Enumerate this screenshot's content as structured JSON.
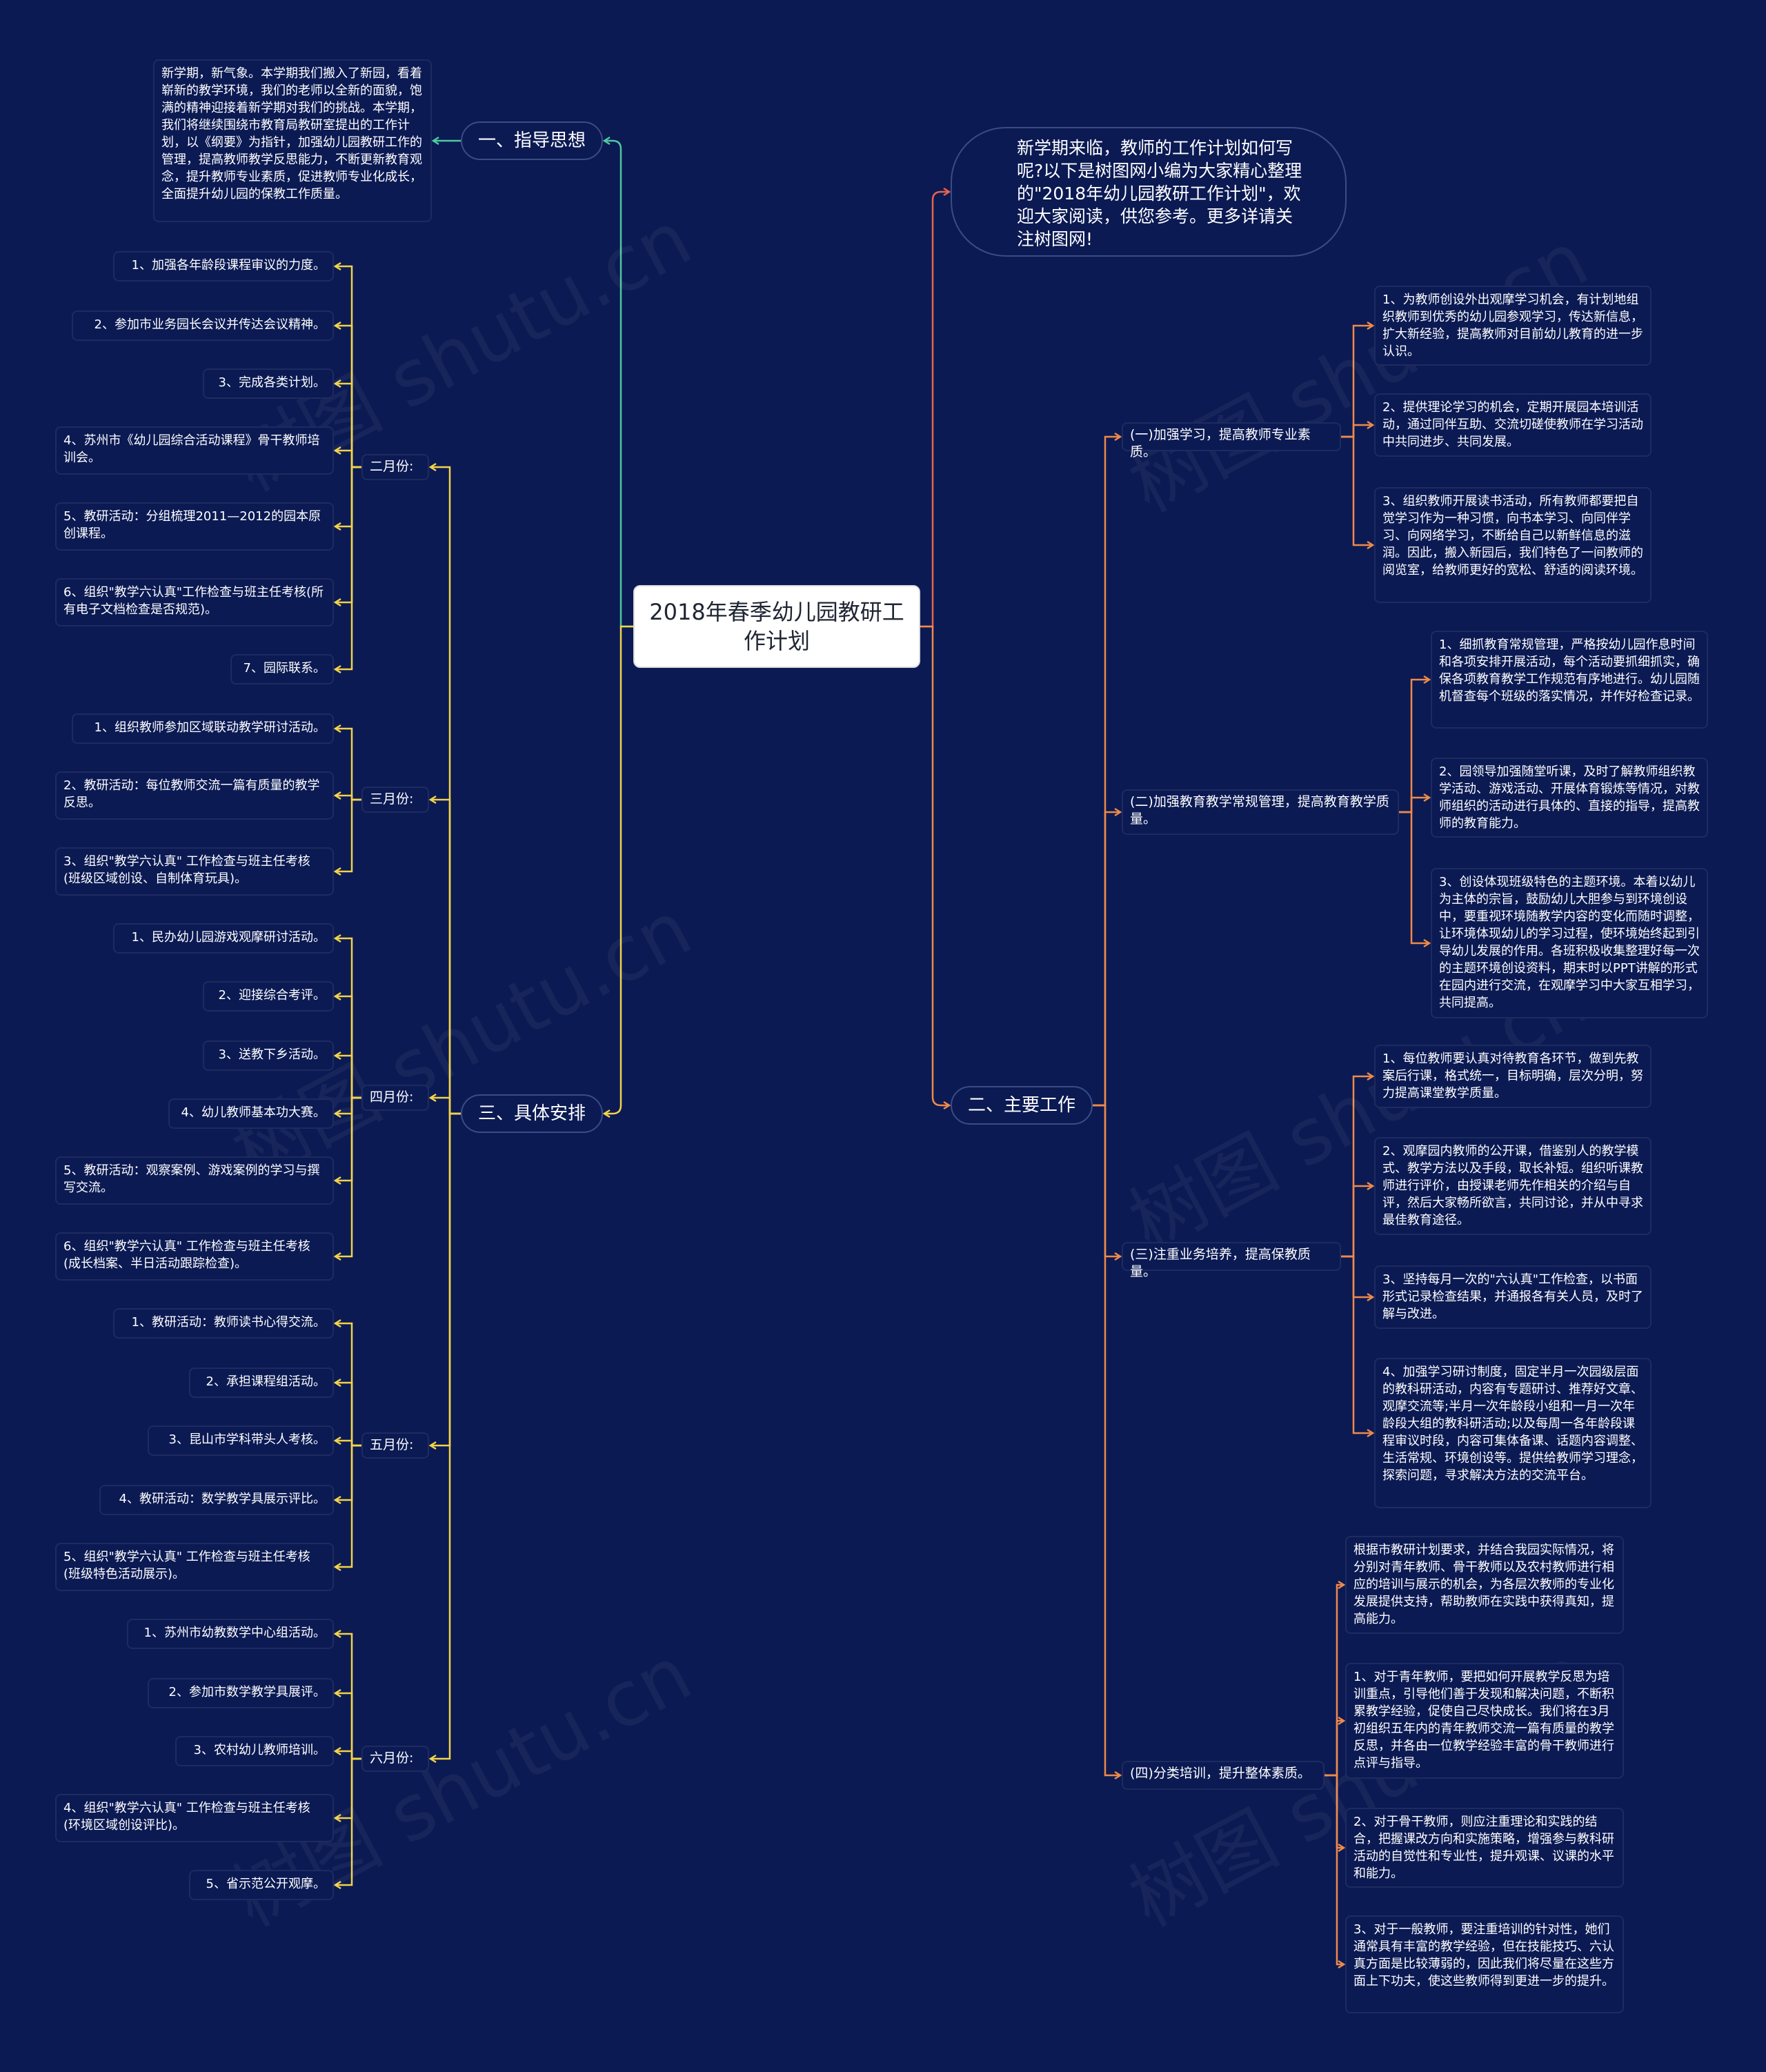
{
  "colors": {
    "background": "#0b1a53",
    "root_fill": "#ffffff",
    "line_branch1": "#4fc9a0",
    "line_branch2": "#e8634a",
    "line_branch3": "#f2d34a",
    "line_branch4": "#ef8a4a",
    "text": "#ffffff"
  },
  "watermark": "树图 shutu.cn",
  "root": {
    "label": "2018年春季幼儿园教研工作计划"
  },
  "intro": {
    "text": "新学期来临，教师的工作计划如何写呢?以下是树图网小编为大家精心整理的\"2018年幼儿园教研工作计划\"，欢迎大家阅读，供您参考。更多详请关注树图网!"
  },
  "branch1": {
    "label": "一、指导思想",
    "content": "新学期，新气象。本学期我们搬入了新园，看着崭新的教学环境，我们的老师以全新的面貌，饱满的精神迎接着新学期对我们的挑战。本学期，我们将继续围绕市教育局教研室提出的工作计划，以《纲要》为指针，加强幼儿园教研工作的管理，提高教师教学反思能力，不断更新教育观念，提升教师专业素质，促进教师专业化成长，全面提升幼儿园的保教工作质量。"
  },
  "branch2": {
    "label": "二、主要工作",
    "sections": [
      {
        "label": "(一)加强学习，提高教师专业素质。",
        "items": [
          "1、为教师创设外出观摩学习机会，有计划地组织教师到优秀的幼儿园参观学习，传达新信息，扩大新经验，提高教师对目前幼儿教育的进一步认识。",
          "2、提供理论学习的机会，定期开展园本培训活动，通过同伴互助、交流切磋使教师在学习活动中共同进步、共同发展。",
          "3、组织教师开展读书活动，所有教师都要把自觉学习作为一种习惯，向书本学习、向同伴学习、向网络学习，不断给自己以新鲜信息的滋润。因此，搬入新园后，我们特色了一间教师的阅览室，给教师更好的宽松、舒适的阅读环境。"
        ]
      },
      {
        "label": "(二)加强教育教学常规管理，提高教育教学质量。",
        "items": [
          "1、细抓教育常规管理，严格按幼儿园作息时间和各项安排开展活动，每个活动要抓细抓实，确保各项教育教学工作规范有序地进行。幼儿园随机督查每个班级的落实情况，并作好检查记录。",
          "2、园领导加强随堂听课，及时了解教师组织教学活动、游戏活动、开展体育锻炼等情况，对教师组织的活动进行具体的、直接的指导，提高教师的教育能力。",
          "3、创设体现班级特色的主题环境。本着以幼儿为主体的宗旨，鼓励幼儿大胆参与到环境创设中，要重视环境随教学内容的变化而随时调整，让环境体现幼儿的学习过程，使环境始终起到引导幼儿发展的作用。各班积极收集整理好每一次的主题环境创设资料，期末时以PPT讲解的形式在园内进行交流，在观摩学习中大家互相学习，共同提高。"
        ]
      },
      {
        "label": "(三)注重业务培养，提高保教质量。",
        "items": [
          "1、每位教师要认真对待教育各环节，做到先教案后行课，格式统一，目标明确，层次分明，努力提高课堂教学质量。",
          "2、观摩园内教师的公开课，借鉴别人的教学模式、教学方法以及手段，取长补短。组织听课教师进行评价，由授课老师先作相关的介绍与自评，然后大家畅所欲言，共同讨论，并从中寻求最佳教育途径。",
          "3、坚持每月一次的\"六认真\"工作检查，以书面形式记录检查结果，并通报各有关人员，及时了解与改进。",
          "4、加强学习研讨制度，固定半月一次园级层面的教科研活动，内容有专题研讨、推荐好文章、观摩交流等;半月一次年龄段小组和一月一次年龄段大组的教科研活动;以及每周一各年龄段课程审议时段，内容可集体备课、话题内容调整、生活常规、环境创设等。提供给教师学习理念，探索问题，寻求解决方法的交流平台。"
        ]
      },
      {
        "label": "(四)分类培训，提升整体素质。",
        "items": [
          "根据市教研计划要求，并结合我园实际情况，将分别对青年教师、骨干教师以及农村教师进行相应的培训与展示的机会，为各层次教师的专业化发展提供支持，帮助教师在实践中获得真知，提高能力。",
          "1、对于青年教师，要把如何开展教学反思为培训重点，引导他们善于发现和解决问题，不断积累教学经验，促使自己尽快成长。我们将在3月初组织五年内的青年教师交流一篇有质量的教学反思，并各由一位教学经验丰富的骨干教师进行点评与指导。",
          "2、对于骨干教师，则应注重理论和实践的结合，把握课改方向和实施策略，增强参与教科研活动的自觉性和专业性，提升观课、议课的水平和能力。",
          "3、对于一般教师，要注重培训的针对性，她们通常具有丰富的教学经验，但在技能技巧、六认真方面是比较薄弱的，因此我们将尽量在这些方面上下功夫，使这些教师得到更进一步的提升。"
        ]
      }
    ]
  },
  "branch3": {
    "label": "三、具体安排",
    "months": [
      {
        "label": "二月份:",
        "items": [
          "1、加强各年龄段课程审议的力度。",
          "2、参加市业务园长会议并传达会议精神。",
          "3、完成各类计划。",
          "4、苏州市《幼儿园综合活动课程》骨干教师培训会。",
          "5、教研活动：分组梳理2011—2012的园本原创课程。",
          "6、组织\"教学六认真\"工作检查与班主任考核(所有电子文档检查是否规范)。",
          "7、园际联系。"
        ]
      },
      {
        "label": "三月份:",
        "items": [
          "1、组织教师参加区域联动教学研讨活动。",
          "2、教研活动：每位教师交流一篇有质量的教学反思。",
          "3、组织\"教学六认真\" 工作检查与班主任考核(班级区域创设、自制体育玩具)。"
        ]
      },
      {
        "label": "四月份:",
        "items": [
          "1、民办幼儿园游戏观摩研讨活动。",
          "2、迎接综合考评。",
          "3、送教下乡活动。",
          "4、幼儿教师基本功大赛。",
          "5、教研活动：观察案例、游戏案例的学习与撰写交流。",
          "6、组织\"教学六认真\" 工作检查与班主任考核(成长档案、半日活动跟踪检查)。"
        ]
      },
      {
        "label": "五月份:",
        "items": [
          "1、教研活动：教师读书心得交流。",
          "2、承担课程组活动。",
          "3、昆山市学科带头人考核。",
          "4、教研活动：数学教学具展示评比。",
          "5、组织\"教学六认真\" 工作检查与班主任考核(班级特色活动展示)。"
        ]
      },
      {
        "label": "六月份:",
        "items": [
          "1、苏州市幼教数学中心组活动。",
          "2、参加市数学教学具展评。",
          "3、农村幼儿教师培训。",
          "4、组织\"教学六认真\" 工作检查与班主任考核(环境区域创设评比)。",
          "5、省示范公开观摩。"
        ]
      }
    ]
  }
}
